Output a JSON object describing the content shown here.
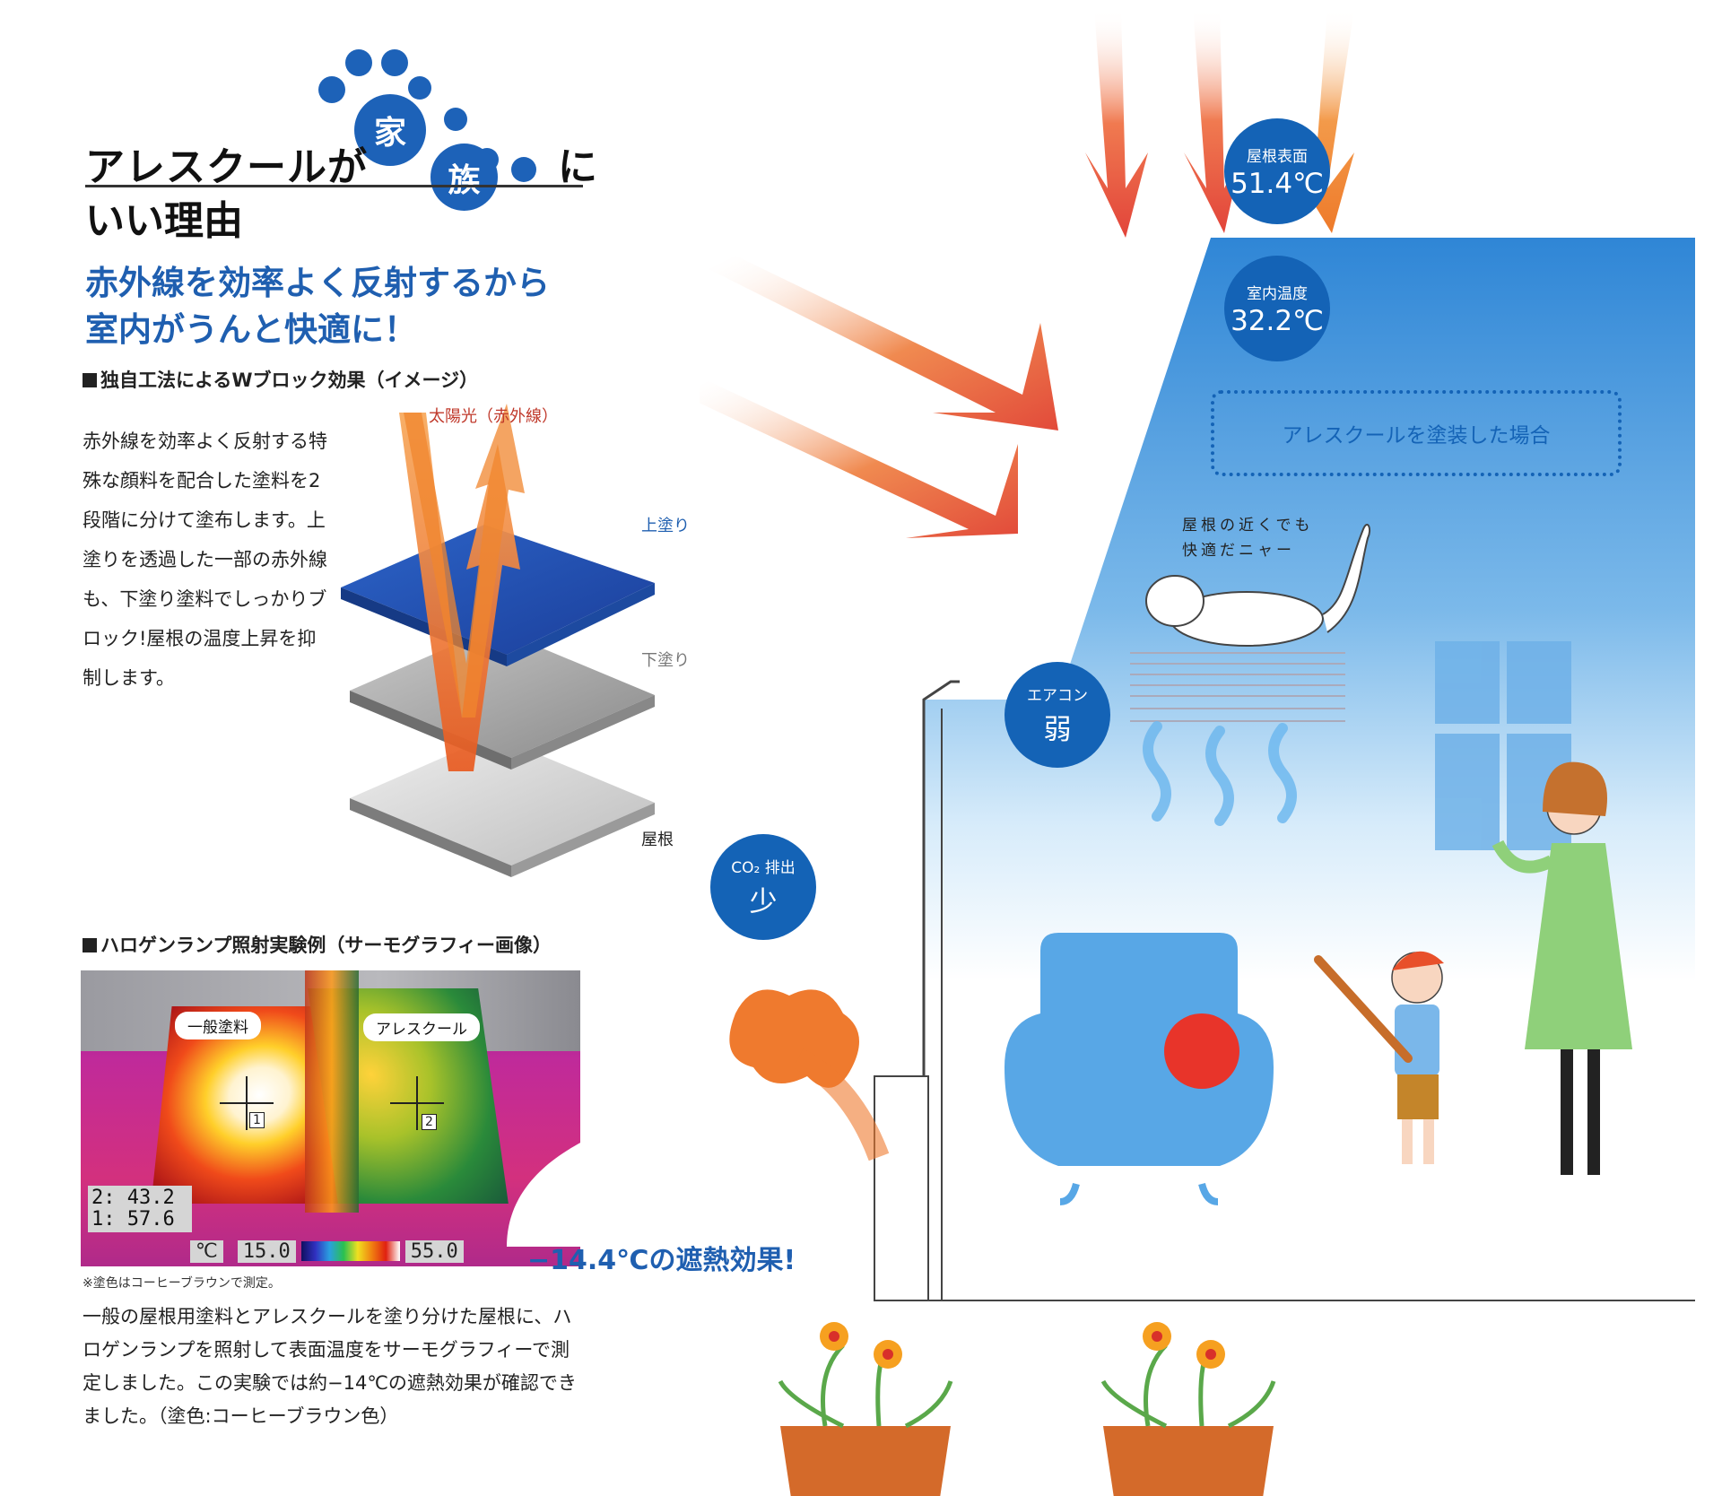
{
  "header": {
    "title_line1": "アレスクールが",
    "paw_char1": "家",
    "paw_char2": "族",
    "title_tail": "に",
    "title_line2": "いい理由"
  },
  "lead": "赤外線を効率よく反射するから\n室内がうんと快適に！",
  "wblock": {
    "heading": "独自工法によるWブロック効果（イメージ）",
    "body": "赤外線を効率よく反射する特殊な顔料を配合した塗料を2段階に分けて塗布します。上塗りを透過した一部の赤外線も、下塗り塗料でしっかりブロック!屋根の温度上昇を抑制します。",
    "sunlight_label": "太陽光（赤外線）",
    "layers": {
      "top": "上塗り",
      "under": "下塗り",
      "roof": "屋根"
    }
  },
  "halogen": {
    "heading": "ハロゲンランプ照射実験例（サーモグラフィー画像）",
    "tag_general": "一般塗料",
    "tag_arescool": "アレスクール",
    "marker1": "1",
    "marker2": "2",
    "readout_line1": "2:  43.2",
    "readout_line2": "1:  57.6",
    "unit_symbol": "℃",
    "scale_min": "15.0",
    "scale_max": "55.0",
    "effect": "−14.4℃の遮熱効果!",
    "note": "※塗色はコーヒーブラウンで測定。",
    "body": "一般の屋根用塗料とアレスクールを塗り分けた屋根に、ハロゲンランプを照射して表面温度をサーモグラフィーで測定しました。この実験では約−14℃の遮熱効果が確認できました。（塗色:コーヒーブラウン色）"
  },
  "house": {
    "roof_surface_label": "屋根表面",
    "roof_surface_temp": "51.4℃",
    "indoor_label": "室内温度",
    "indoor_temp": "32.2℃",
    "scenario": "アレスクールを塗装した場合",
    "cat_speech_line1": "屋根の近くでも",
    "cat_speech_line2": "快適だニャー",
    "aircon_label": "エアコン",
    "aircon_value": "弱",
    "co2_label": "CO₂ 排出",
    "co2_value": "少"
  },
  "colors": {
    "brand_blue": "#1463b6",
    "lead_blue": "#1f5fb0",
    "sky_blue": "#3d93de",
    "arrow_orange": "#f08030",
    "arrow_red": "#e8453a"
  }
}
